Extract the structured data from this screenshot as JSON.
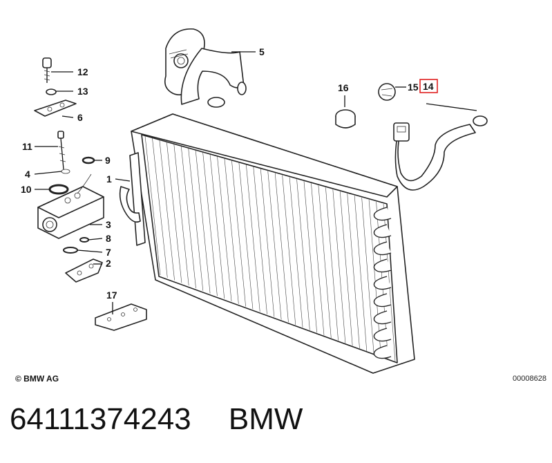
{
  "diagram": {
    "callouts": [
      {
        "id": "1",
        "label": "1"
      },
      {
        "id": "2",
        "label": "2"
      },
      {
        "id": "3",
        "label": "3"
      },
      {
        "id": "4",
        "label": "4"
      },
      {
        "id": "5",
        "label": "5"
      },
      {
        "id": "6",
        "label": "6"
      },
      {
        "id": "7",
        "label": "7"
      },
      {
        "id": "8",
        "label": "8"
      },
      {
        "id": "9",
        "label": "9"
      },
      {
        "id": "10",
        "label": "10"
      },
      {
        "id": "11",
        "label": "11"
      },
      {
        "id": "12",
        "label": "12"
      },
      {
        "id": "13",
        "label": "13"
      },
      {
        "id": "14",
        "label": "14",
        "highlighted": true
      },
      {
        "id": "15",
        "label": "15"
      },
      {
        "id": "16",
        "label": "16"
      },
      {
        "id": "17",
        "label": "17"
      }
    ],
    "highlight_color": "#e02020"
  },
  "footer": {
    "copyright": "© BMW AG",
    "diagram_code": "00008628"
  },
  "caption": {
    "part_number": "64111374243",
    "brand": "BMW"
  }
}
